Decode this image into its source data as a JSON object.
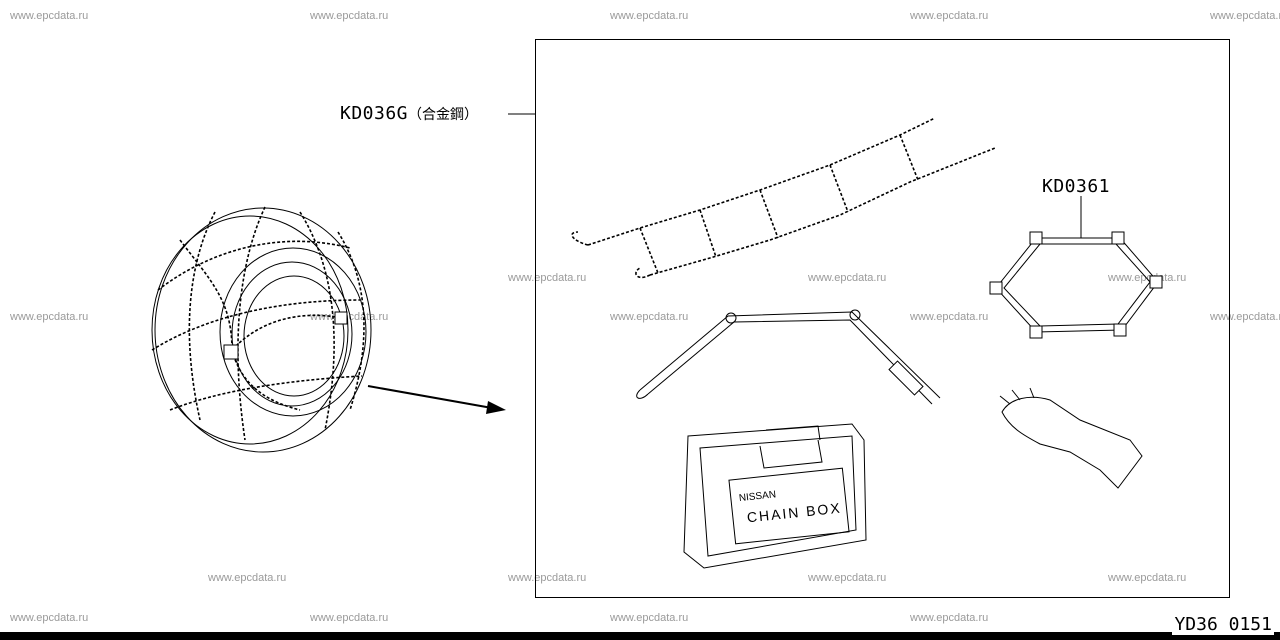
{
  "watermark": "www.epcdata.ru",
  "parts": {
    "chain_set": {
      "number": "KD036G",
      "note": "（合金鋼）"
    },
    "tensioner": {
      "number": "KD0361"
    }
  },
  "case": {
    "brand": "NISSAN",
    "label": "CHAIN BOX"
  },
  "drawing_code": "YD36 0151"
}
